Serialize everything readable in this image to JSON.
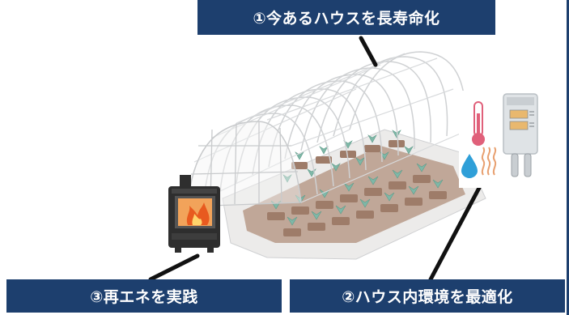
{
  "labels": {
    "top": "①今あるハウスを長寿命化",
    "bottom_left": "③再エネを実践",
    "bottom_right": "②ハウス内環境を最適化"
  },
  "colors": {
    "label_bg": "#1d3f6e",
    "label_text": "#ffffff",
    "connector": "#111111",
    "greenhouse_frame": "#d2d4d6",
    "soil": "#a98a78",
    "plant": "#7fb8a8",
    "stove_body": "#2e2e2e",
    "fire": "#e85a1f",
    "thermometer": "#e0607a",
    "water_drop": "#2f9fd8",
    "heat_wave": "#e8a070",
    "sensor_body": "#dfe3e6"
  },
  "icons": {
    "greenhouse": "greenhouse-illustration",
    "stove": "wood-stove-icon",
    "thermometer": "thermometer-icon",
    "water_drop": "water-drop-icon",
    "heat": "heat-wave-icon",
    "sensor": "environment-sensor-icon"
  }
}
